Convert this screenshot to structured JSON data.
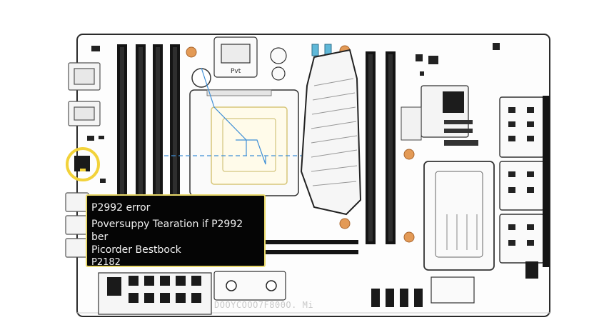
{
  "error_panel": {
    "title": "P2992 error",
    "line2": "Poversuppy Tearation if P2992 ber",
    "line3": "Picorder Bestbock",
    "line4": "P2182"
  },
  "board": {
    "chip_label": "Pvt",
    "bottom_label": "DOOYCOOO7F800O. Mite"
  },
  "colors": {
    "highlight_ring": "#f2d23a",
    "ram_slot": "#141414",
    "screw": "#e39a56",
    "guide_line": "#3f8fd6",
    "capacitor": "#5fb8d8"
  }
}
